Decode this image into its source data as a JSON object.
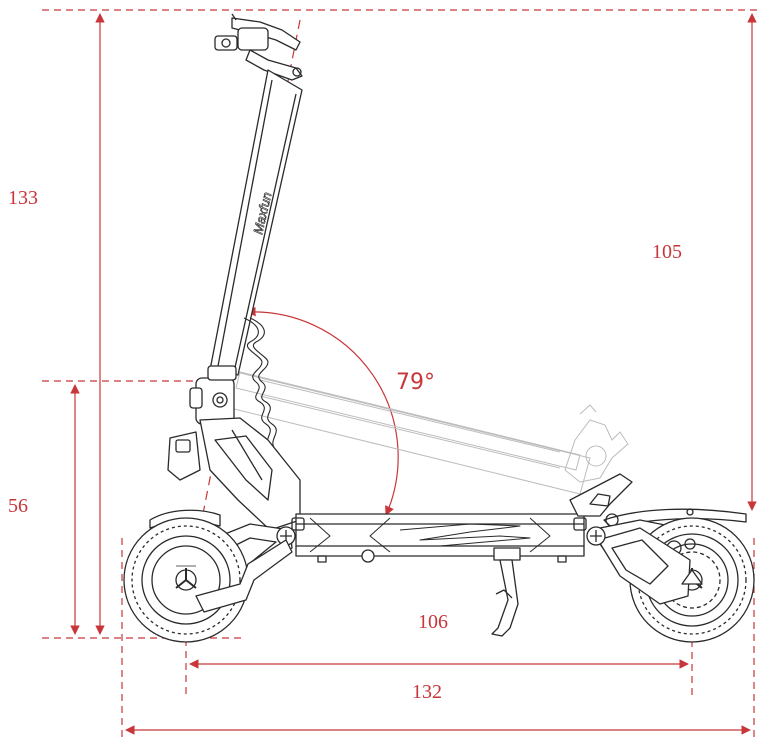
{
  "diagram": {
    "dimensions": {
      "total_height": "133",
      "folded_height": "105",
      "deck_height": "56",
      "stand_drop": "106",
      "wheelbase": "132",
      "total_length": ""
    },
    "angle": "79°",
    "brand": "Maxfun"
  },
  "colors": {
    "dimension": "#c8363a",
    "line": "#2a2a2a",
    "ghost": "#b8b8b8"
  }
}
